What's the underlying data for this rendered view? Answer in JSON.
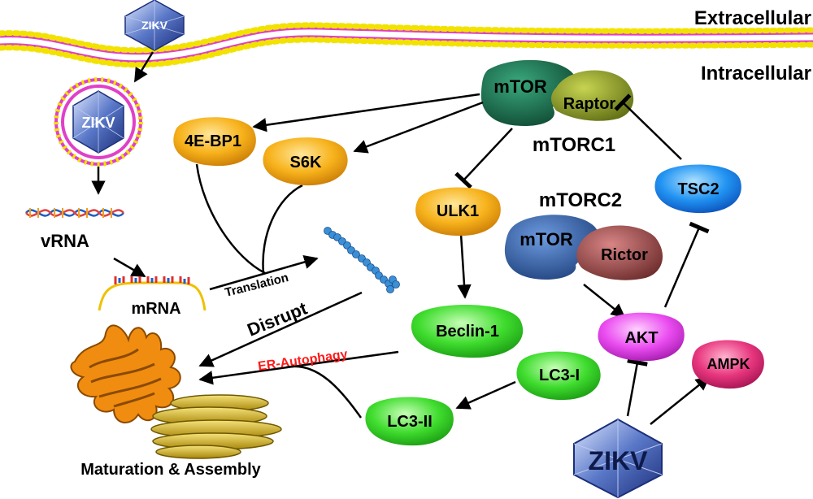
{
  "regions": {
    "extracellular": "Extracellular",
    "intracellular": "Intracellular"
  },
  "virus": {
    "entry_label": "ZIKV",
    "endosome_label": "ZIKV",
    "main_label": "ZIKV"
  },
  "nucleic_acids": {
    "vrna": "vRNA",
    "mrna": "mRNA"
  },
  "complexes": {
    "mtorc1": {
      "name": "mTORC1",
      "mtor": "mTOR",
      "partner": "Raptor"
    },
    "mtorc2": {
      "name": "mTORC2",
      "mtor": "mTOR",
      "partner": "Rictor"
    }
  },
  "proteins": {
    "4ebp1": "4E-BP1",
    "s6k": "S6K",
    "ulk1": "ULK1",
    "beclin1": "Beclin-1",
    "lc3i": "LC3-I",
    "lc3ii": "LC3-II",
    "tsc2": "TSC2",
    "akt": "AKT",
    "ampk": "AMPK"
  },
  "edge_labels": {
    "translation": "Translation",
    "disrupt": "Disrupt",
    "er_autophagy": "ER-Autophagy"
  },
  "organelle_label": "Maturation & Assembly",
  "colors": {
    "orange_protein": "#f5a40f",
    "green_protein": "#39d92a",
    "blue_protein": "#1f8ef0",
    "magenta_protein": "#e845ee",
    "pink_protein": "#e8367e",
    "mtor_c1": "#156a4c",
    "raptor": "#8c9a28",
    "mtor_c2": "#2e5fa8",
    "rictor": "#a14b4b",
    "membrane": "#e040c8",
    "membrane_bead": "#f2e200",
    "er_autophagy_text": "#ff1a1a"
  }
}
